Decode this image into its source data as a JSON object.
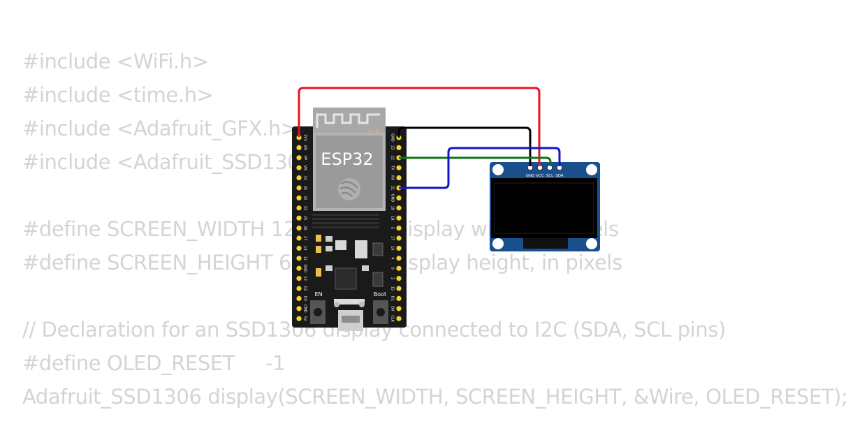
{
  "code": {
    "lines": [
      "#include <WiFi.h>",
      "#include <time.h>",
      "#include <Adafruit_GFX.h>",
      "#include <Adafruit_SSD1306.h>",
      "",
      "#define SCREEN_WIDTH 128 // OLED display width, in pixels",
      "#define SCREEN_HEIGHT 64 // OLED display height, in pixels",
      "",
      "// Declaration for an SSD1306 display connected to I2C (SDA, SCL pins)",
      "#define OLED_RESET     -1",
      "Adafruit_SSD1306 display(SCREEN_WIDTH, SCREEN_HEIGHT, &Wire, OLED_RESET);"
    ]
  },
  "esp32": {
    "label": "ESP32",
    "button_en": "EN",
    "button_boot": "Boot",
    "left_pins": [
      "3V3",
      "EN",
      "VP",
      "VN",
      "34",
      "35",
      "32",
      "33",
      "25",
      "26",
      "27",
      "14",
      "12",
      "GND",
      "13",
      "D2",
      "D3",
      "CMD",
      "5V"
    ],
    "right_pins": [
      "GND",
      "23",
      "22",
      "TX",
      "RX",
      "21",
      "GND",
      "19",
      "18",
      "5",
      "17",
      "16",
      "4",
      "0",
      "2",
      "15",
      "D1",
      "D0",
      "CLK"
    ]
  },
  "oled": {
    "pins": [
      "GND",
      "VCC",
      "SCL",
      "SDA"
    ]
  },
  "wires": [
    {
      "name": "wire-3v3-vcc",
      "color": "#e8141b"
    },
    {
      "name": "wire-gnd-gnd",
      "color": "#000000"
    },
    {
      "name": "wire-22-scl",
      "color": "#11741b"
    },
    {
      "name": "wire-21-sda",
      "color": "#1414c8"
    }
  ],
  "colors": {
    "code_text": "#d4d4d4",
    "board": "#1a1a1a",
    "pin_pad": "#f4d331",
    "oled_pcb": "#1a4f8e"
  }
}
